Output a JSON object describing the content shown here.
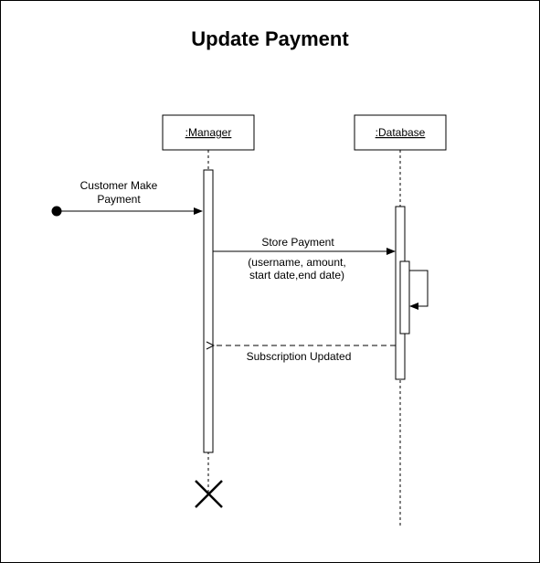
{
  "diagram": {
    "title": "Update Payment",
    "lifelines": [
      {
        "id": "manager",
        "label": ":Manager"
      },
      {
        "id": "database",
        "label": ":Database"
      }
    ],
    "messages": [
      {
        "id": "found",
        "from": "start-point",
        "to": "manager",
        "label_lines": [
          "Customer Make",
          "Payment"
        ],
        "style": "sync"
      },
      {
        "id": "store",
        "from": "manager",
        "to": "database",
        "label_lines": [
          "Store Payment"
        ],
        "note_lines": [
          "(username, amount,",
          "start date,end date)"
        ],
        "style": "sync"
      },
      {
        "id": "self",
        "from": "database",
        "to": "database",
        "label_lines": [],
        "style": "self"
      },
      {
        "id": "reply",
        "from": "database",
        "to": "manager",
        "label_lines": [
          "Subscription Updated"
        ],
        "style": "return"
      }
    ],
    "destroy": {
      "lifeline": "manager",
      "symbol": "X"
    }
  }
}
